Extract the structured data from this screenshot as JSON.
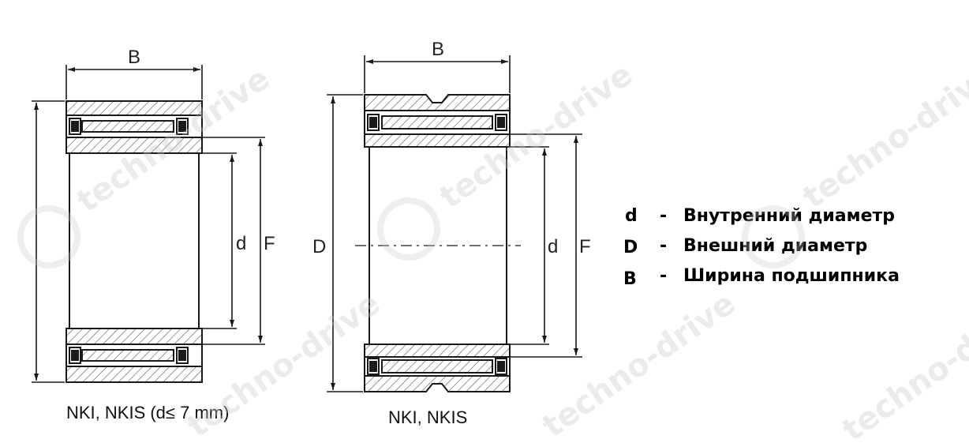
{
  "left_figure": {
    "dim_b": "B",
    "dim_d": "d",
    "dim_f": "F",
    "caption": "NKI, NKIS (d≤ 7 mm)"
  },
  "right_figure": {
    "dim_b": "B",
    "dim_D": "D",
    "dim_d": "d",
    "dim_f": "F",
    "caption": "NKI, NKIS"
  },
  "legend": [
    {
      "key": "d",
      "text": "Внутренний диаметр"
    },
    {
      "key": "D",
      "text": "Внешний диаметр"
    },
    {
      "key": "B",
      "text": "Ширина подшипника"
    }
  ],
  "watermark": "techno-drive",
  "colors": {
    "line": "#1a1a1a",
    "hatch": "#555555",
    "watermark": "#c8c8c8"
  }
}
